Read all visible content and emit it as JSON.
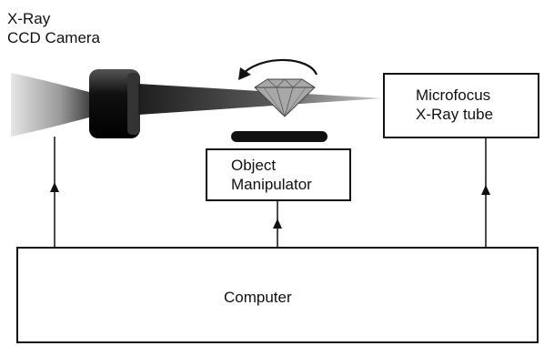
{
  "camera": {
    "line1": "X-Ray",
    "line2": "CCD Camera"
  },
  "xray_tube": {
    "line1": "Microfocus",
    "line2": "X-Ray tube"
  },
  "manipulator": {
    "line1": "Object",
    "line2": "Manipulator"
  },
  "computer": {
    "label": "Computer"
  },
  "colors": {
    "line": "#111111",
    "beam_dark": "#2a2a2a",
    "beam_light": "#bdbdbd",
    "camera_body": "#1a1a1a",
    "crystal": "#9a9a9a"
  }
}
